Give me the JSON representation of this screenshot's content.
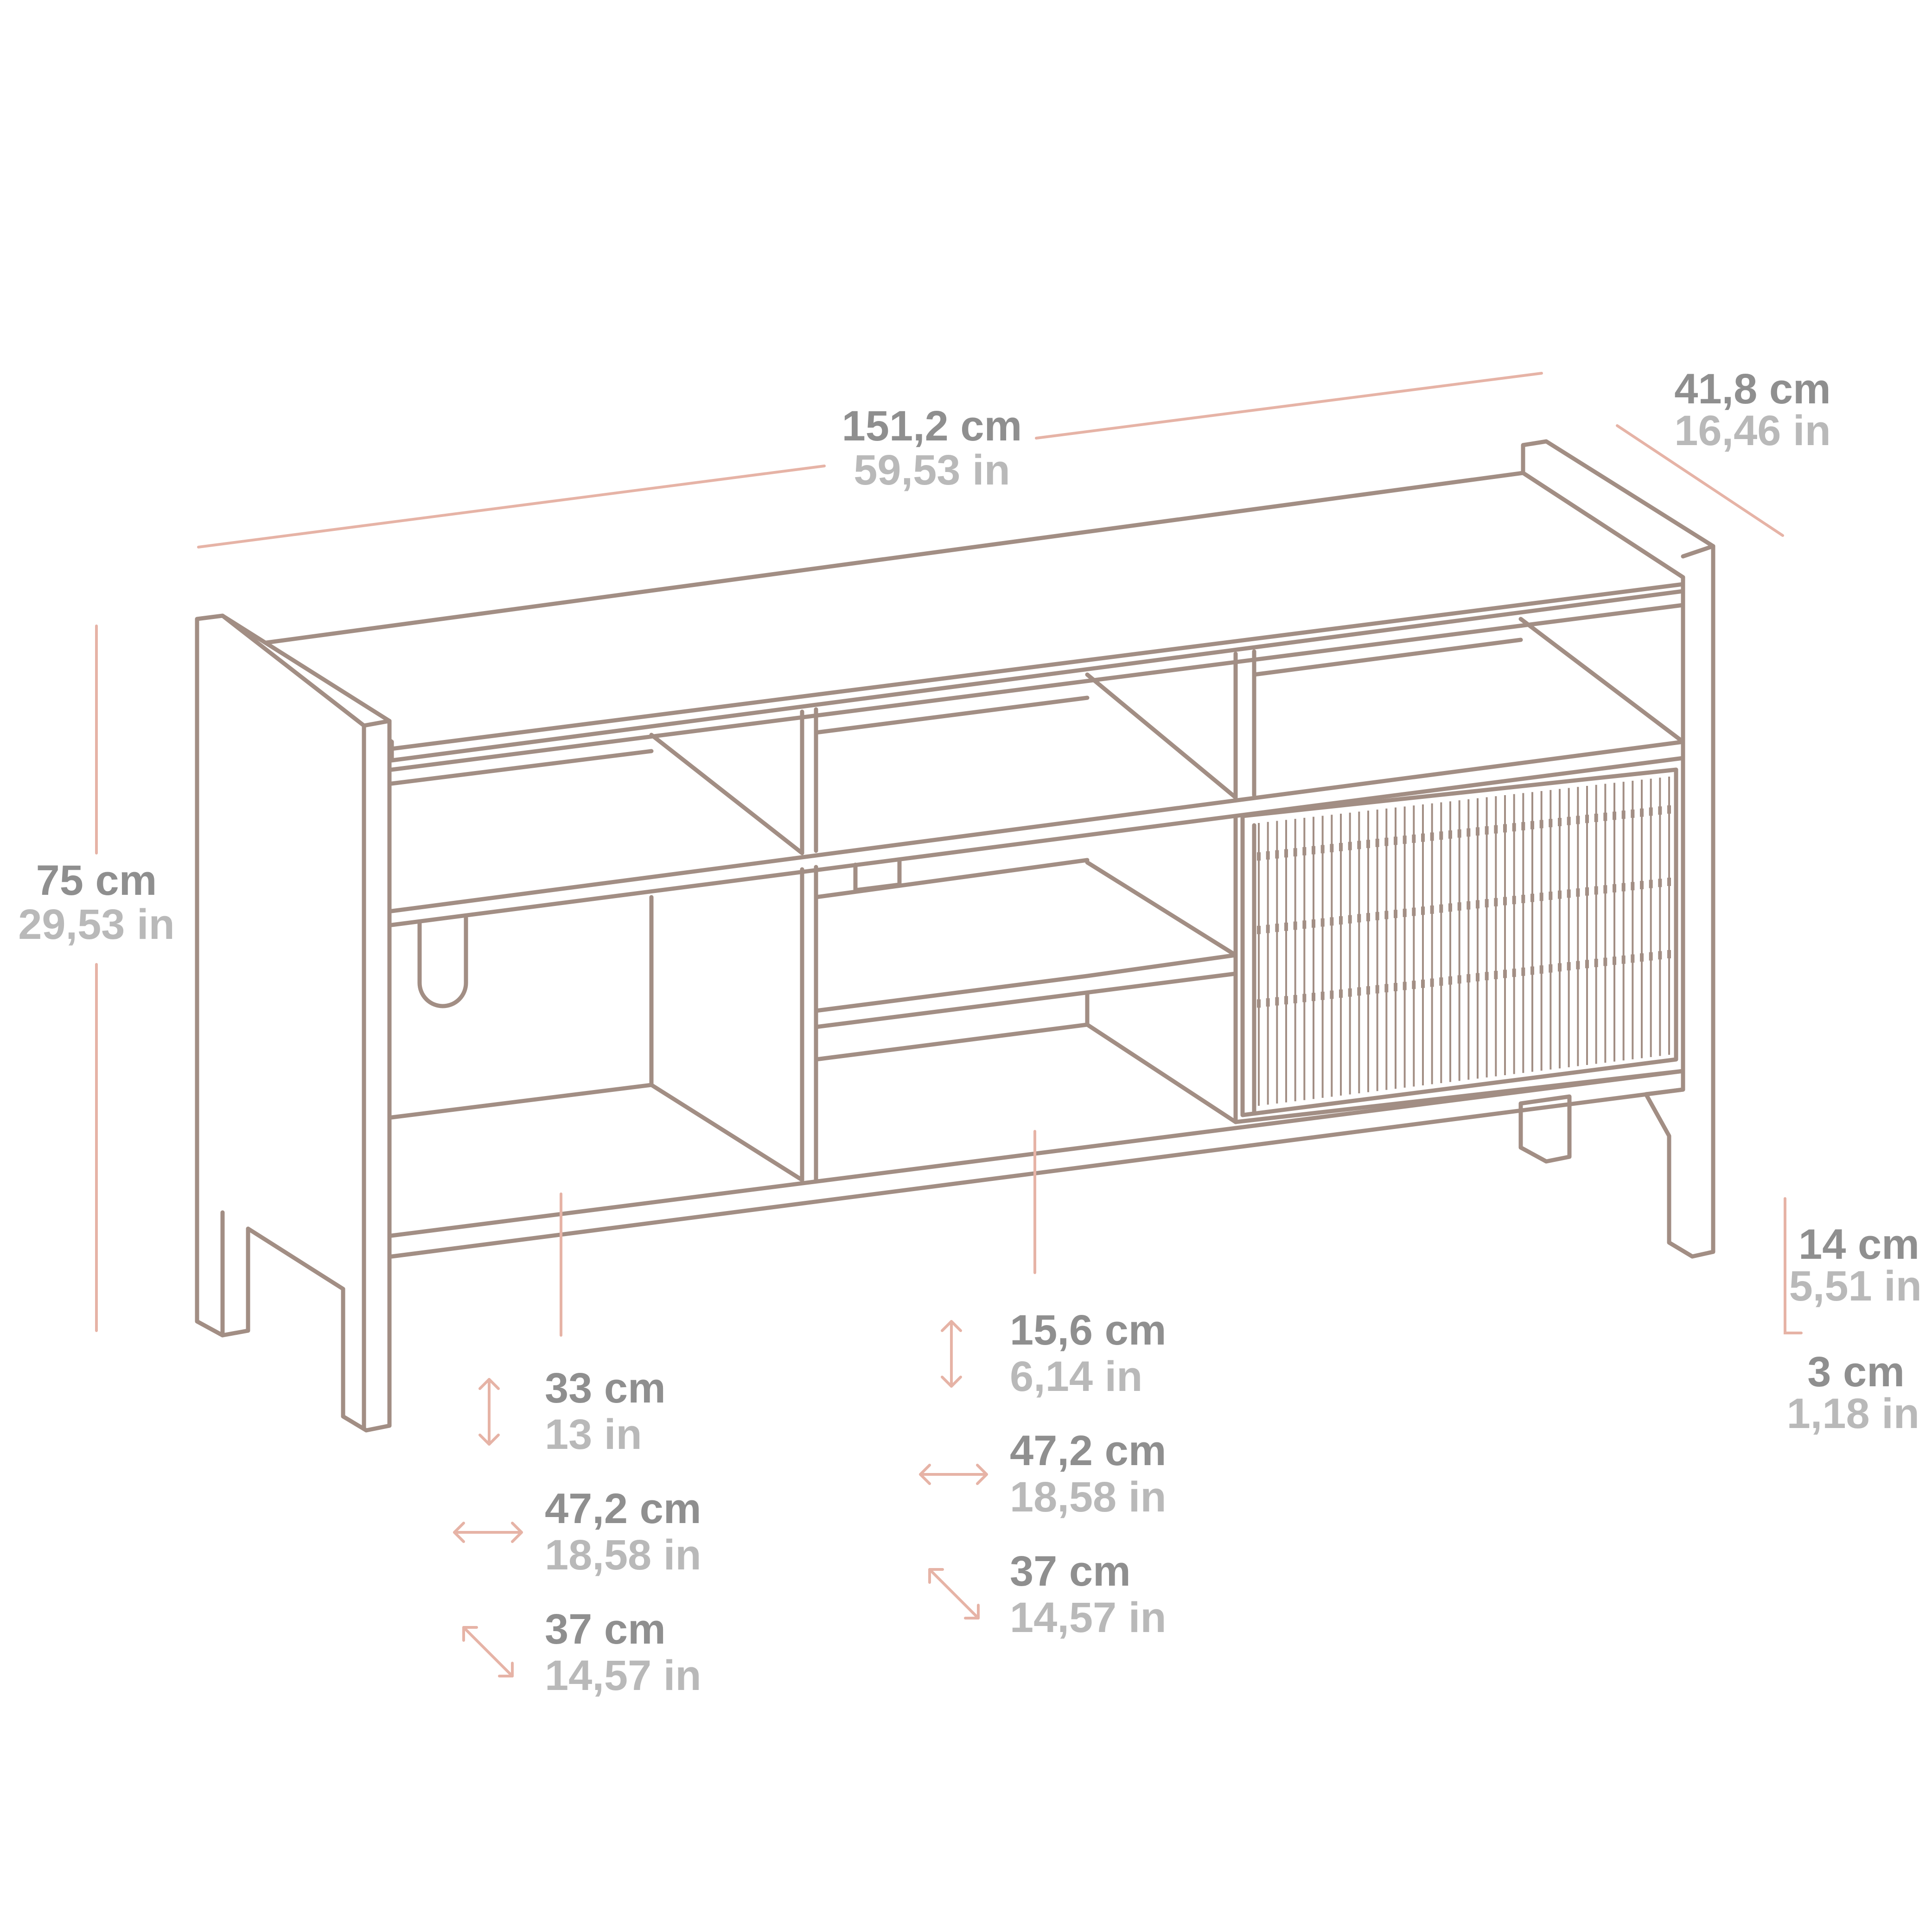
{
  "dimensions": {
    "width": {
      "cm": "151,2 cm",
      "in": "59,53 in"
    },
    "depth": {
      "cm": "41,8 cm",
      "in": "16,46 in"
    },
    "height": {
      "cm": "75 cm",
      "in": "29,53 in"
    },
    "leg_height": {
      "cm": "14 cm",
      "in": "5,51 in"
    },
    "leg_thickness": {
      "cm": "3 cm",
      "in": "1,18 in"
    },
    "left_compartment": {
      "height": {
        "cm": "33 cm",
        "in": "13 in"
      },
      "width": {
        "cm": "47,2 cm",
        "in": "18,58 in"
      },
      "depth": {
        "cm": "37 cm",
        "in": "14,57 in"
      }
    },
    "middle_compartment": {
      "height": {
        "cm": "15,6 cm",
        "in": "6,14 in"
      },
      "width": {
        "cm": "47,2 cm",
        "in": "18,58 in"
      },
      "depth": {
        "cm": "37 cm",
        "in": "14,57 in"
      }
    }
  },
  "colors": {
    "outline": "#a28e84",
    "dimension_line": "#e6b3a6",
    "text_cm": "#8f8f8f",
    "text_in": "#b9b9b9"
  }
}
